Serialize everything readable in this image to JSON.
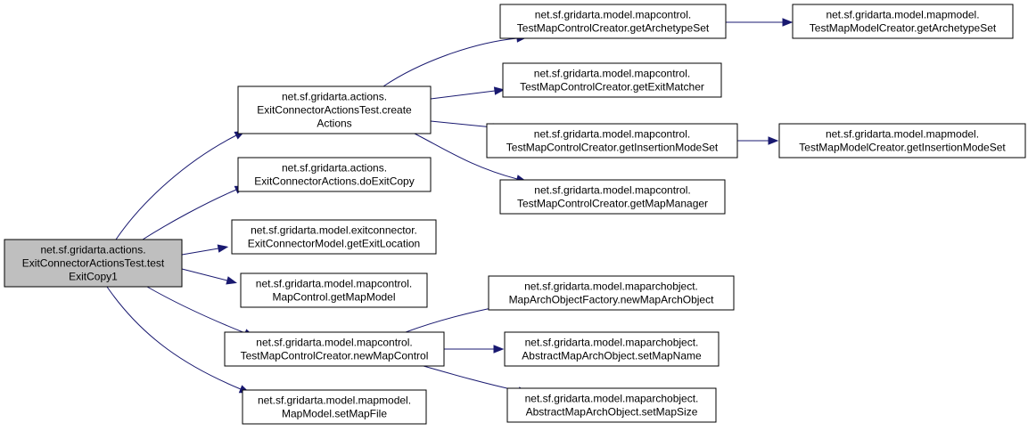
{
  "colors": {
    "edge": "#191970",
    "node_fill": "#ffffff",
    "root_fill": "#bfbfbf",
    "border": "#000000"
  },
  "nodes": [
    {
      "id": "root",
      "root": true,
      "lines": [
        "net.sf.gridarta.actions.",
        "ExitConnectorActionsTest.test",
        "ExitCopy1"
      ]
    },
    {
      "id": "createActions",
      "lines": [
        "net.sf.gridarta.actions.",
        "ExitConnectorActionsTest.create",
        "Actions"
      ]
    },
    {
      "id": "doExitCopy",
      "lines": [
        "net.sf.gridarta.actions.",
        "ExitConnectorActions.doExitCopy"
      ]
    },
    {
      "id": "getExitLocation",
      "lines": [
        "net.sf.gridarta.model.exitconnector.",
        "ExitConnectorModel.getExitLocation"
      ]
    },
    {
      "id": "getMapModel",
      "lines": [
        "net.sf.gridarta.model.mapcontrol.",
        "MapControl.getMapModel"
      ]
    },
    {
      "id": "newMapControl",
      "lines": [
        "net.sf.gridarta.model.mapcontrol.",
        "TestMapControlCreator.newMapControl"
      ]
    },
    {
      "id": "setMapFile",
      "lines": [
        "net.sf.gridarta.model.mapmodel.",
        "MapModel.setMapFile"
      ]
    },
    {
      "id": "ctrlGetArchetypeSet",
      "lines": [
        "net.sf.gridarta.model.mapcontrol.",
        "TestMapControlCreator.getArchetypeSet"
      ]
    },
    {
      "id": "getExitMatcher",
      "lines": [
        "net.sf.gridarta.model.mapcontrol.",
        "TestMapControlCreator.getExitMatcher"
      ]
    },
    {
      "id": "ctrlGetInsertionModeSet",
      "lines": [
        "net.sf.gridarta.model.mapcontrol.",
        "TestMapControlCreator.getInsertionModeSet"
      ]
    },
    {
      "id": "getMapManager",
      "lines": [
        "net.sf.gridarta.model.mapcontrol.",
        "TestMapControlCreator.getMapManager"
      ]
    },
    {
      "id": "modelGetArchetypeSet",
      "lines": [
        "net.sf.gridarta.model.mapmodel.",
        "TestMapModelCreator.getArchetypeSet"
      ]
    },
    {
      "id": "modelGetInsertionModeSet",
      "lines": [
        "net.sf.gridarta.model.mapmodel.",
        "TestMapModelCreator.getInsertionModeSet"
      ]
    },
    {
      "id": "newMapArchObject",
      "lines": [
        "net.sf.gridarta.model.maparchobject.",
        "MapArchObjectFactory.newMapArchObject"
      ]
    },
    {
      "id": "setMapName",
      "lines": [
        "net.sf.gridarta.model.maparchobject.",
        "AbstractMapArchObject.setMapName"
      ]
    },
    {
      "id": "setMapSize",
      "lines": [
        "net.sf.gridarta.model.maparchobject.",
        "AbstractMapArchObject.setMapSize"
      ]
    }
  ],
  "edges": [
    {
      "from": "root",
      "to": "createActions"
    },
    {
      "from": "root",
      "to": "doExitCopy"
    },
    {
      "from": "root",
      "to": "getExitLocation"
    },
    {
      "from": "root",
      "to": "getMapModel"
    },
    {
      "from": "root",
      "to": "newMapControl"
    },
    {
      "from": "root",
      "to": "setMapFile"
    },
    {
      "from": "createActions",
      "to": "ctrlGetArchetypeSet"
    },
    {
      "from": "createActions",
      "to": "getExitMatcher"
    },
    {
      "from": "createActions",
      "to": "ctrlGetInsertionModeSet"
    },
    {
      "from": "createActions",
      "to": "getMapManager"
    },
    {
      "from": "ctrlGetArchetypeSet",
      "to": "modelGetArchetypeSet"
    },
    {
      "from": "ctrlGetInsertionModeSet",
      "to": "modelGetInsertionModeSet"
    },
    {
      "from": "newMapControl",
      "to": "newMapArchObject"
    },
    {
      "from": "newMapControl",
      "to": "setMapName"
    },
    {
      "from": "newMapControl",
      "to": "setMapSize"
    }
  ]
}
